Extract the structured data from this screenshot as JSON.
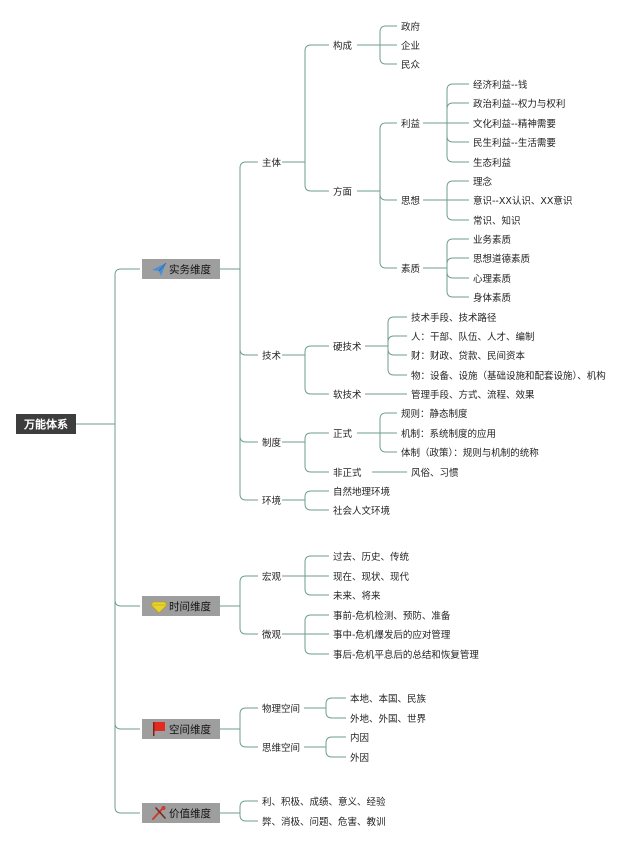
{
  "root": {
    "label": "万能体系"
  },
  "dimensions": [
    {
      "label": "实务维度",
      "icon": "paper-plane-icon"
    },
    {
      "label": "时间维度",
      "icon": "diamond-icon"
    },
    {
      "label": "空间维度",
      "icon": "flag-icon"
    },
    {
      "label": "价值维度",
      "icon": "tools-icon"
    }
  ],
  "nodes": {
    "d0": {
      "zhuti": "主体",
      "goucheng": "构成",
      "zhengfu": "政府",
      "qiye": "企业",
      "minzhong": "民众",
      "fangmian": "方面",
      "liyi": "利益",
      "li1": "经济利益--钱",
      "li2": "政治利益--权力与权利",
      "li3": "文化利益--精神需要",
      "li4": "民生利益--生活需要",
      "li5": "生态利益",
      "sixiang": "思想",
      "si1": "理念",
      "si2": "意识--XX认识、XX意识",
      "si3": "常识、知识",
      "suzhi": "素质",
      "su1": "业务素质",
      "su2": "思想道德素质",
      "su3": "心理素质",
      "su4": "身体素质",
      "jishu": "技术",
      "yingjishu": "硬技术",
      "yj1": "技术手段、技术路径",
      "yj2": "人：干部、队伍、人才、编制",
      "yj3": "财：财政、贷款、民间资本",
      "yj4": "物：设备、设施（基础设施和配套设施）、机构",
      "ruanjishu": "软技术",
      "rj1": "管理手段、方式、流程、效果",
      "zhidu": "制度",
      "zhengshi": "正式",
      "zs1": "规则：静态制度",
      "zs2": "机制：系统制度的应用",
      "zs3": "体制（政策）：规则与机制的统称",
      "feizhengshi": "非正式",
      "fz1": "风俗、习惯",
      "huanjing": "环境",
      "hj1": "自然地理环境",
      "hj2": "社会人文环境"
    },
    "d1": {
      "hongguan": "宏观",
      "hg1": "过去、历史、传统",
      "hg2": "现在、现状、现代",
      "hg3": "未来、将来",
      "weiguan": "微观",
      "wg1": "事前-危机检测、预防、准备",
      "wg2": "事中-危机爆发后的应对管理",
      "wg3": "事后-危机平息后的总结和恢复管理"
    },
    "d2": {
      "wuli": "物理空间",
      "wl1": "本地、本国、民族",
      "wl2": "外地、外国、世界",
      "siwei": "思维空间",
      "sw1": "内因",
      "sw2": "外因"
    },
    "d3": {
      "v1": "利、积极、成绩、意义、经验",
      "v2": "弊、消极、问题、危害、教训"
    }
  },
  "colors": {
    "root_fill": "#3d3d3d",
    "dimension_fill": "#9e9e9e",
    "edge": "#6f9e90",
    "plane_icon": "#4a8fd0",
    "diamond_icon": "#e8d22c",
    "flag_icon": "#e02a22",
    "tools_icon": "#d0392b"
  }
}
